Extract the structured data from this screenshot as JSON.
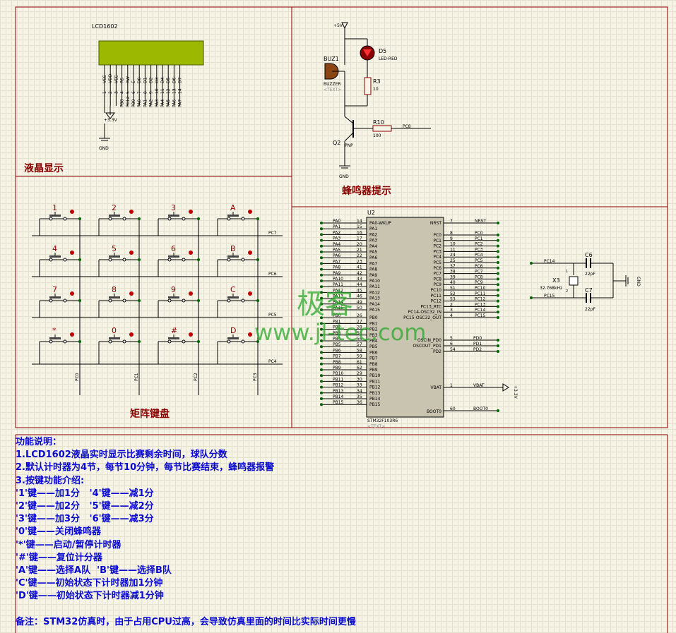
{
  "lcd": {
    "ref": "LCD1602",
    "pins": [
      "VSS",
      "VDD",
      "VEE",
      "RS",
      "RW",
      "E",
      "D0",
      "D1",
      "D2",
      "D3",
      "D4",
      "D5",
      "D6",
      "D7"
    ],
    "pin_nums": [
      "1",
      "2",
      "3",
      "4",
      "5",
      "6",
      "7",
      "8",
      "9",
      "10",
      "11",
      "12",
      "13",
      "14"
    ],
    "nets": [
      "PB8",
      "PC12",
      "PB9",
      "PA0",
      "PA1",
      "PA2",
      "PA3",
      "PA4",
      "PA5",
      "PA6",
      "PA7"
    ],
    "vcc": "+3.3V",
    "gnd": "GND",
    "color": "#9cb800"
  },
  "sections": {
    "lcd": "液晶显示",
    "buzzer": "蜂鸣器提示",
    "keypad": "矩阵键盘"
  },
  "buzzer": {
    "vcc": "+5V",
    "buz": "BUZ1",
    "buz_type": "BUZZER",
    "text": "<TEXT>",
    "led": "D5",
    "led_type": "LED-RED",
    "r3": "R3",
    "r3_val": "10",
    "r10": "R10",
    "r10_val": "100",
    "q": "Q2",
    "q_type": "PNP",
    "net": "PC8",
    "gnd": "GND"
  },
  "keypad": {
    "keys": [
      "1",
      "2",
      "3",
      "A",
      "4",
      "5",
      "6",
      "B",
      "7",
      "8",
      "9",
      "C",
      "*",
      "0",
      "#",
      "D"
    ],
    "rows": [
      "PC7",
      "PC6",
      "PC5",
      "PC4"
    ],
    "cols": [
      "PC0",
      "PC1",
      "PC2",
      "PC3"
    ]
  },
  "mcu": {
    "ref": "U2",
    "type": "STM32F103R6",
    "text": "<TEXT>",
    "left_pins": [
      [
        "PA0-WKUP",
        "14",
        "PA0"
      ],
      [
        "PA1",
        "15",
        "PA1"
      ],
      [
        "PA2",
        "16",
        "PA2"
      ],
      [
        "PA3",
        "17",
        "PA3"
      ],
      [
        "PA4",
        "20",
        "PA4"
      ],
      [
        "PA5",
        "21",
        "PA5"
      ],
      [
        "PA6",
        "22",
        "PA6"
      ],
      [
        "PA7",
        "23",
        "PA7"
      ],
      [
        "PA8",
        "41",
        "PA8"
      ],
      [
        "PA9",
        "42",
        "PA9"
      ],
      [
        "PA10",
        "43",
        "PA10"
      ],
      [
        "PA11",
        "44",
        "PA11"
      ],
      [
        "PA12",
        "45",
        "PA12"
      ],
      [
        "PA13",
        "46",
        "PA13"
      ],
      [
        "PA14",
        "49",
        "PA14"
      ],
      [
        "PA15",
        "50",
        "PA15"
      ],
      [
        "PB0",
        "26",
        "PB0"
      ],
      [
        "PB1",
        "27",
        "PB1"
      ],
      [
        "PB2",
        "28",
        "PB2"
      ],
      [
        "PB3",
        "55",
        "PB3"
      ],
      [
        "PB4",
        "56",
        "PB4"
      ],
      [
        "PB5",
        "57",
        "PB5"
      ],
      [
        "PB6",
        "58",
        "PB6"
      ],
      [
        "PB7",
        "59",
        "PB7"
      ],
      [
        "PB8",
        "61",
        "PB8"
      ],
      [
        "PB9",
        "62",
        "PB9"
      ],
      [
        "PB10",
        "29",
        "PB10"
      ],
      [
        "PB11",
        "30",
        "PB11"
      ],
      [
        "PB12",
        "33",
        "PB12"
      ],
      [
        "PB13",
        "34",
        "PB13"
      ],
      [
        "PB14",
        "35",
        "PB14"
      ],
      [
        "PB15",
        "36",
        "PB15"
      ]
    ],
    "right_pins": [
      [
        "NRST",
        "7",
        "NRST"
      ],
      [
        "PC0",
        "8",
        "PC0"
      ],
      [
        "PC1",
        "9",
        "PC1"
      ],
      [
        "PC2",
        "10",
        "PC2"
      ],
      [
        "PC3",
        "11",
        "PC3"
      ],
      [
        "PC4",
        "24",
        "PC4"
      ],
      [
        "PC5",
        "25",
        "PC5"
      ],
      [
        "PC6",
        "37",
        "PC6"
      ],
      [
        "PC7",
        "38",
        "PC7"
      ],
      [
        "PC8",
        "39",
        "PC8"
      ],
      [
        "PC9",
        "40",
        "PC9"
      ],
      [
        "PC10",
        "51",
        "PC10"
      ],
      [
        "PC11",
        "52",
        "PC11"
      ],
      [
        "PC12",
        "53",
        "PC12"
      ],
      [
        "PC13_RTC",
        "2",
        "PC13"
      ],
      [
        "PC14-OSC32_IN",
        "3",
        "PC14"
      ],
      [
        "PC15-OSC32_OUT",
        "4",
        "PC15"
      ]
    ],
    "osc_pins": [
      [
        "OSCIN_PD0",
        "5",
        "PD0"
      ],
      [
        "OSCOUT_PD1",
        "6",
        "PD1"
      ],
      [
        "PD2",
        "54",
        "PD2"
      ]
    ],
    "vbat": [
      "VBAT",
      "1",
      "VBAT"
    ],
    "boot": [
      "BOOT0",
      "60",
      "BOOT0"
    ],
    "vbat_supply": "+3.3V"
  },
  "crystal": {
    "ref": "X3",
    "freq": "32.768kHz",
    "c6": "C6",
    "c6_val": "22pF",
    "c7": "C7",
    "c7_val": "22pF",
    "net1": "PC14",
    "net2": "PC15",
    "gnd": "GND"
  },
  "watermark": {
    "line1": "极客",
    "line2": "www.jl-tec.com"
  },
  "notes": [
    "功能说明：",
    "1.LCD1602液晶实时显示比赛剩余时间，球队分数",
    "2.默认计时器为4节，每节10分钟，每节比赛结束，蜂鸣器报警",
    "3.按键功能介绍:",
    "'1'键——加1分   '4'键——减1分",
    "'2'键——加2分   '5'键——减2分",
    "'3'键——加3分   '6'键——减3分",
    "'0'键——关闭蜂鸣器",
    "'*'键——启动/暂停计时器",
    "'#'键——复位计分器",
    "'A'键——选择A队  'B'键——选择B队",
    "'C'键——初始状态下计时器加1分钟",
    "'D'键——初始状态下计时器减1分钟",
    "",
    "备注：STM32仿真时，由于占用CPU过高，会导致仿真里面的时间比实际时间更慢"
  ]
}
